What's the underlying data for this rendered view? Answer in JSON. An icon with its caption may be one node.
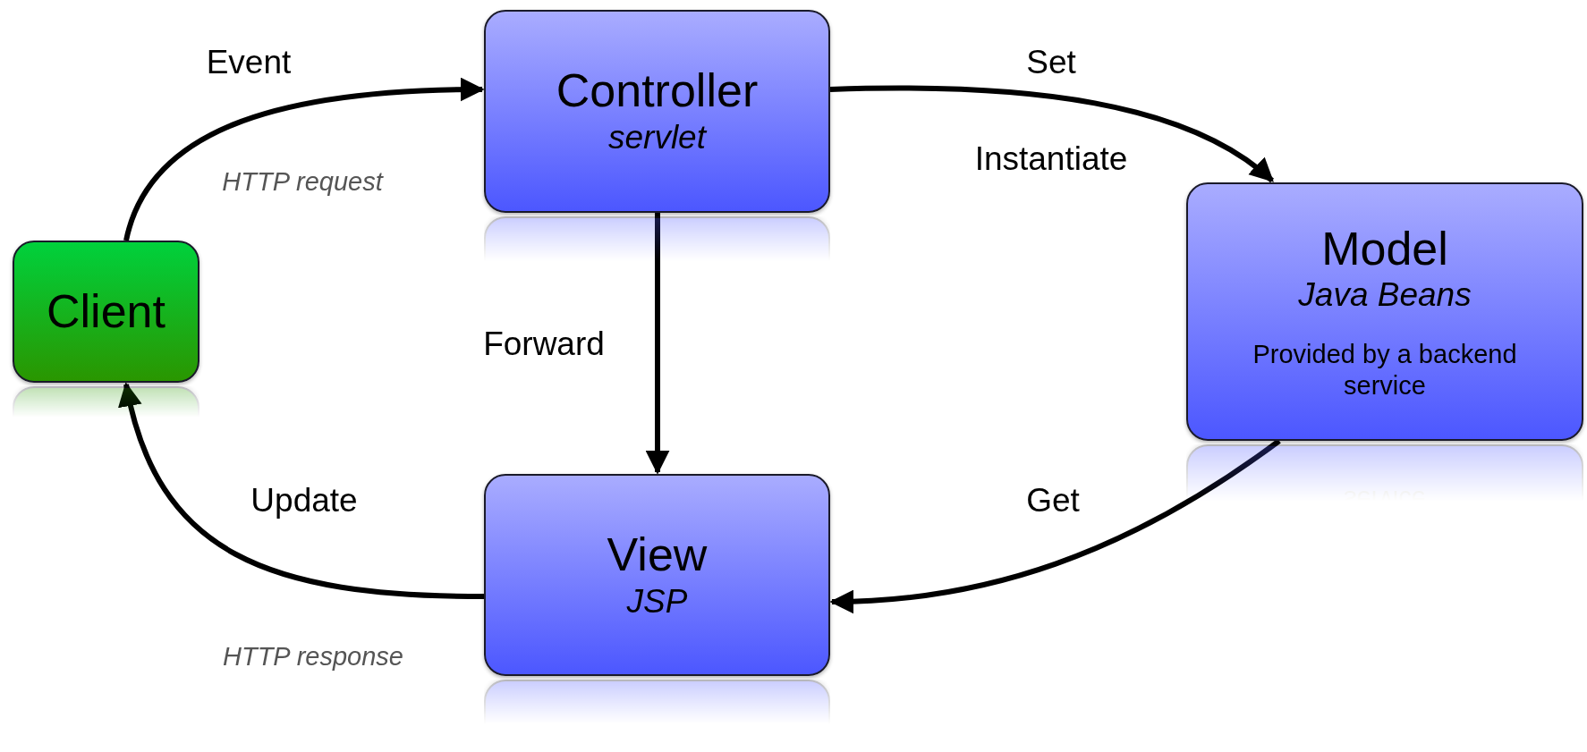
{
  "diagram": {
    "nodes": [
      {
        "text": [
          "Client"
        ]
      },
      {
        "text": [
          "Controller",
          "servlet"
        ]
      },
      {
        "text": [
          "Model",
          "Java Beans",
          "Provided by a backend service"
        ]
      },
      {
        "text": [
          "View",
          "JSP"
        ]
      }
    ],
    "edges": [
      {
        "from": 0,
        "to": 1,
        "arrow": "to",
        "label": "Event"
      },
      {
        "from": 1,
        "to": 2,
        "arrow": "to",
        "label": "Set"
      },
      {
        "from": 1,
        "to": 3,
        "arrow": "to",
        "label": "Forward"
      },
      {
        "from": 2,
        "to": 3,
        "arrow": "to",
        "label": "Get"
      },
      {
        "from": 3,
        "to": 0,
        "arrow": "to",
        "label": "Update"
      }
    ],
    "labels": [
      "HTTP request",
      "Instantiate",
      "HTTP response"
    ]
  }
}
